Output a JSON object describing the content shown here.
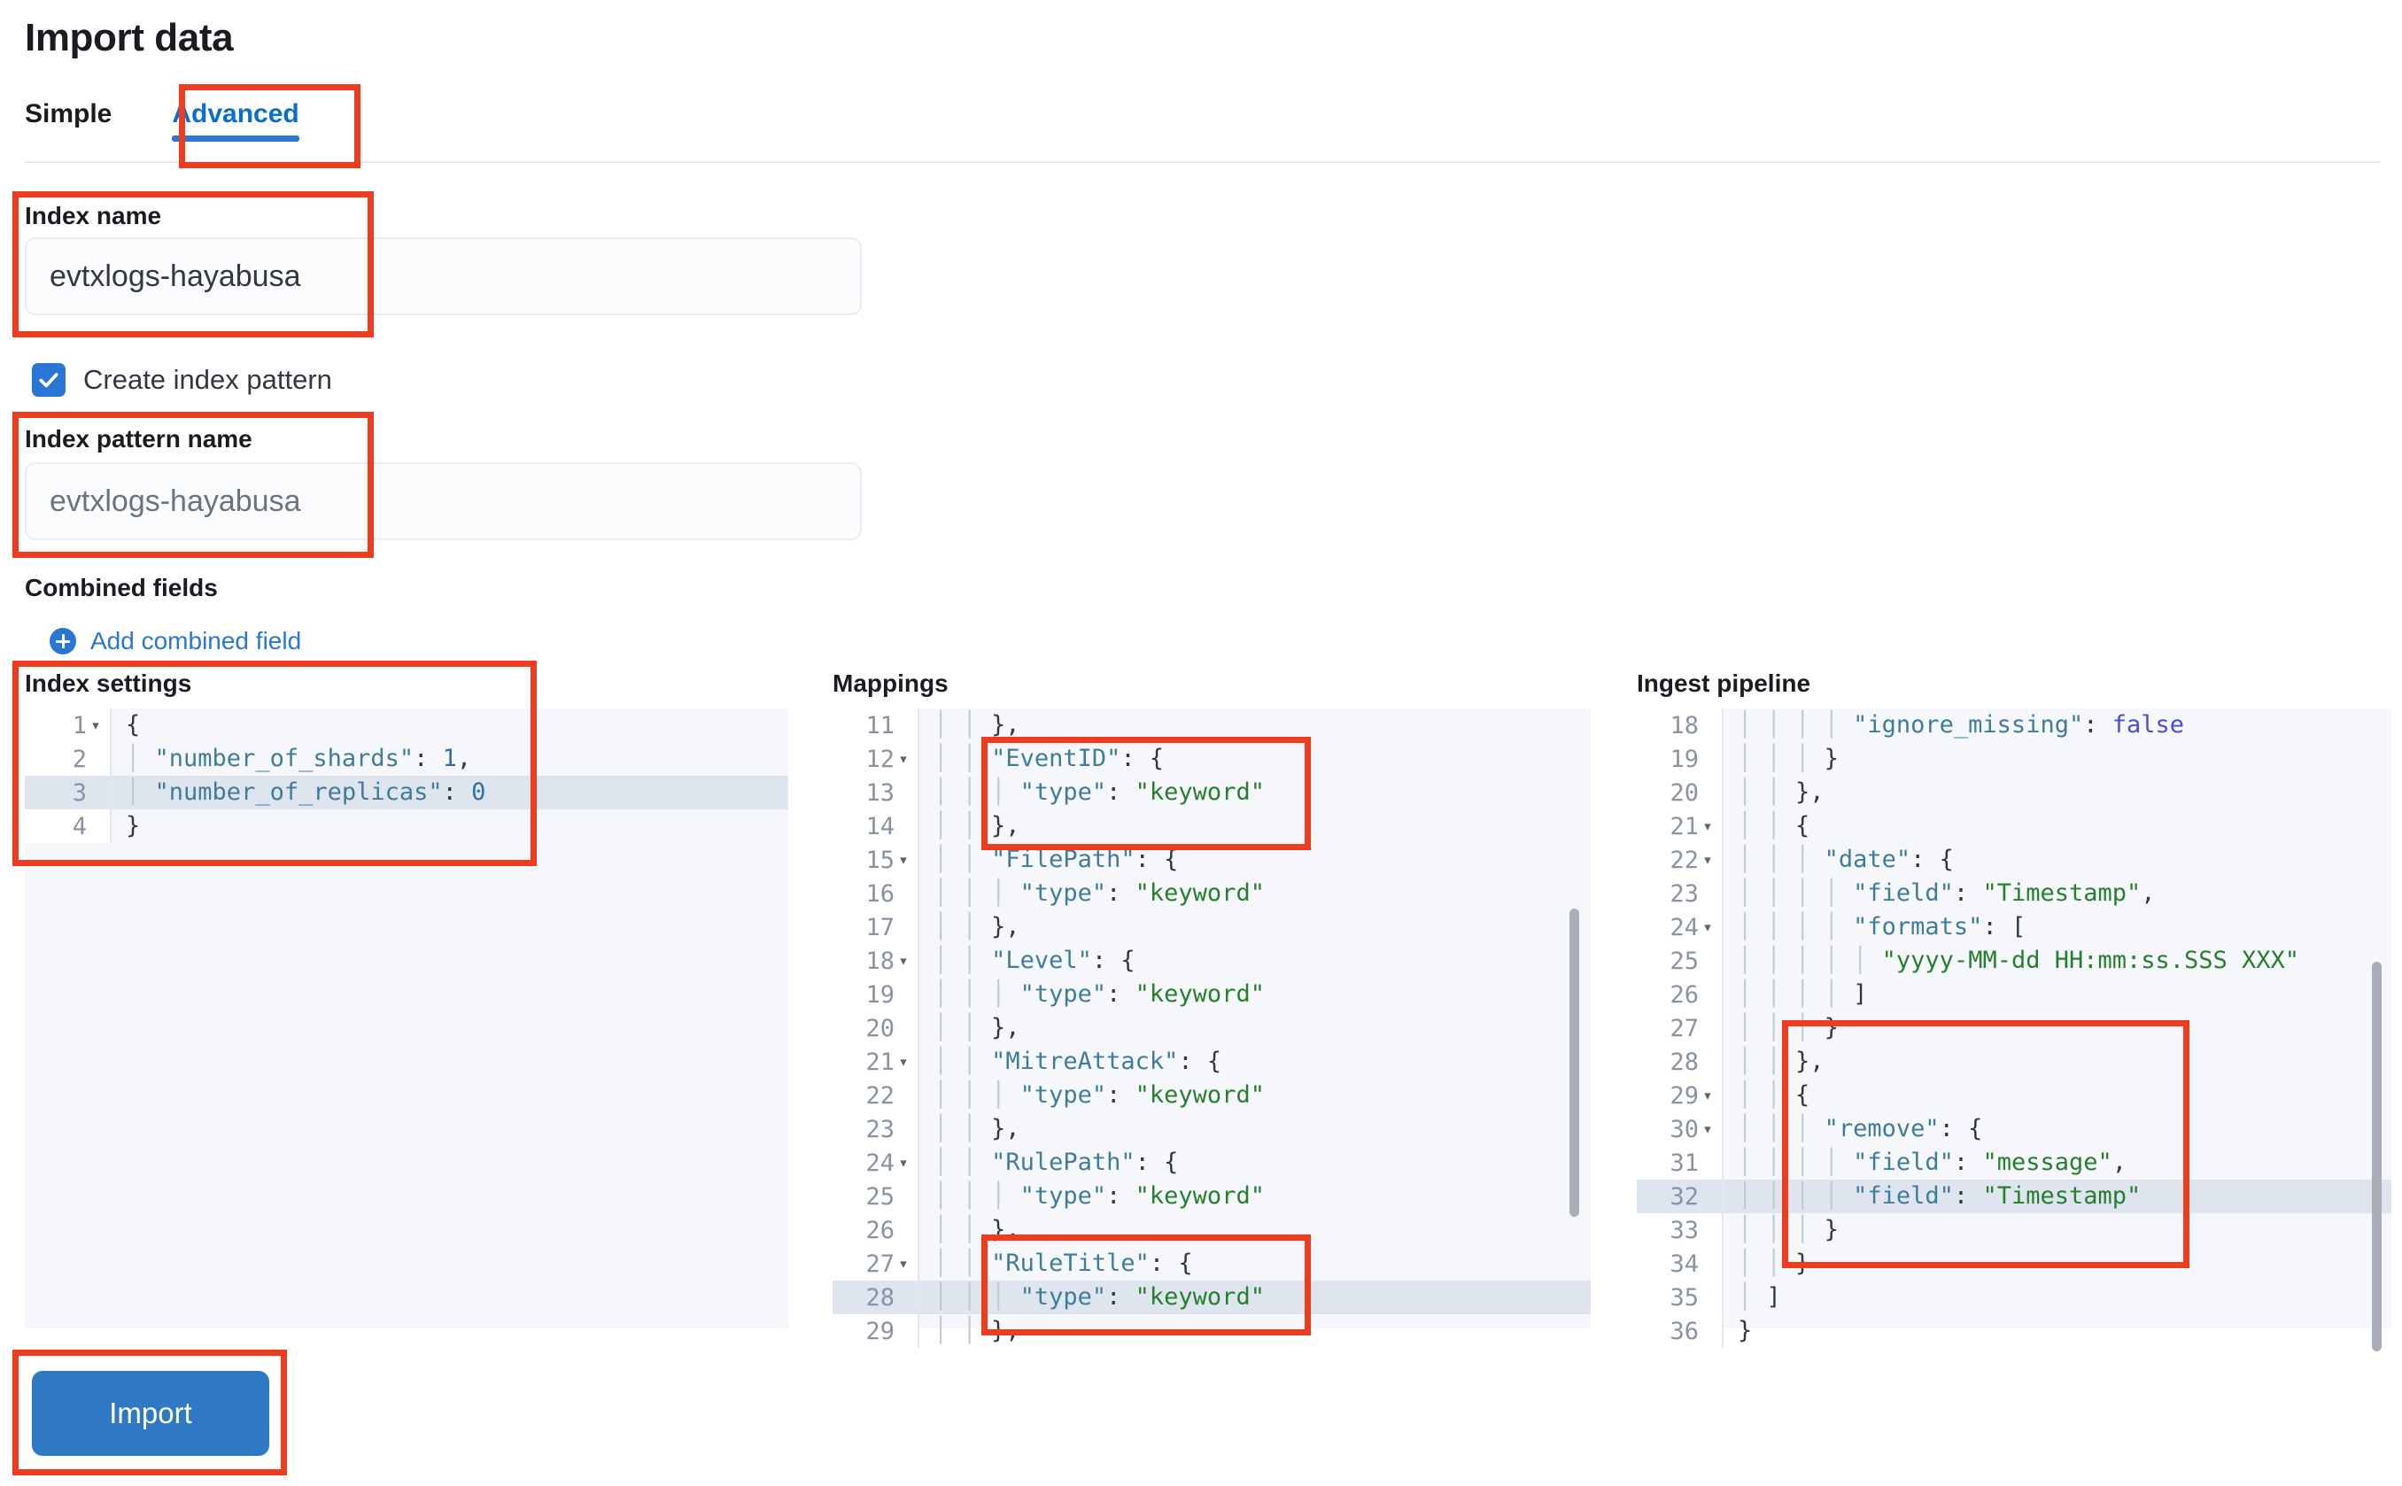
{
  "page": {
    "title": "Import data"
  },
  "tabs": [
    {
      "label": "Simple",
      "active": false
    },
    {
      "label": "Advanced",
      "active": true
    }
  ],
  "form": {
    "index_name_label": "Index name",
    "index_name_value": "evtxlogs-hayabusa",
    "create_index_pattern_label": "Create index pattern",
    "create_index_pattern_checked": true,
    "index_pattern_name_label": "Index pattern name",
    "index_pattern_name_placeholder": "evtxlogs-hayabusa",
    "combined_fields_label": "Combined fields",
    "add_combined_field_label": "Add combined field"
  },
  "editors": {
    "index_settings": {
      "title": "Index settings",
      "lines": [
        {
          "n": "1",
          "fold": true,
          "hl": false,
          "text": "{"
        },
        {
          "n": "2",
          "fold": false,
          "hl": false,
          "text": "  \"number_of_shards\": 1,"
        },
        {
          "n": "3",
          "fold": false,
          "hl": true,
          "text": "  \"number_of_replicas\": 0"
        },
        {
          "n": "4",
          "fold": false,
          "hl": false,
          "text": "}"
        }
      ]
    },
    "mappings": {
      "title": "Mappings",
      "lines": [
        {
          "n": "11",
          "fold": false,
          "hl": false,
          "text": "    },"
        },
        {
          "n": "12",
          "fold": true,
          "hl": false,
          "text": "    \"EventID\": {"
        },
        {
          "n": "13",
          "fold": false,
          "hl": false,
          "text": "      \"type\": \"keyword\""
        },
        {
          "n": "14",
          "fold": false,
          "hl": false,
          "text": "    },"
        },
        {
          "n": "15",
          "fold": true,
          "hl": false,
          "text": "    \"FilePath\": {"
        },
        {
          "n": "16",
          "fold": false,
          "hl": false,
          "text": "      \"type\": \"keyword\""
        },
        {
          "n": "17",
          "fold": false,
          "hl": false,
          "text": "    },"
        },
        {
          "n": "18",
          "fold": true,
          "hl": false,
          "text": "    \"Level\": {"
        },
        {
          "n": "19",
          "fold": false,
          "hl": false,
          "text": "      \"type\": \"keyword\""
        },
        {
          "n": "20",
          "fold": false,
          "hl": false,
          "text": "    },"
        },
        {
          "n": "21",
          "fold": true,
          "hl": false,
          "text": "    \"MitreAttack\": {"
        },
        {
          "n": "22",
          "fold": false,
          "hl": false,
          "text": "      \"type\": \"keyword\""
        },
        {
          "n": "23",
          "fold": false,
          "hl": false,
          "text": "    },"
        },
        {
          "n": "24",
          "fold": true,
          "hl": false,
          "text": "    \"RulePath\": {"
        },
        {
          "n": "25",
          "fold": false,
          "hl": false,
          "text": "      \"type\": \"keyword\""
        },
        {
          "n": "26",
          "fold": false,
          "hl": false,
          "text": "    },"
        },
        {
          "n": "27",
          "fold": true,
          "hl": false,
          "text": "    \"RuleTitle\": {"
        },
        {
          "n": "28",
          "fold": false,
          "hl": true,
          "text": "      \"type\": \"keyword\""
        },
        {
          "n": "29",
          "fold": false,
          "hl": false,
          "text": "    },"
        }
      ]
    },
    "ingest_pipeline": {
      "title": "Ingest pipeline",
      "lines": [
        {
          "n": "18",
          "fold": false,
          "hl": false,
          "text": "        \"ignore_missing\": false"
        },
        {
          "n": "19",
          "fold": false,
          "hl": false,
          "text": "      }"
        },
        {
          "n": "20",
          "fold": false,
          "hl": false,
          "text": "    },"
        },
        {
          "n": "21",
          "fold": true,
          "hl": false,
          "text": "    {"
        },
        {
          "n": "22",
          "fold": true,
          "hl": false,
          "text": "      \"date\": {"
        },
        {
          "n": "23",
          "fold": false,
          "hl": false,
          "text": "        \"field\": \"Timestamp\","
        },
        {
          "n": "24",
          "fold": true,
          "hl": false,
          "text": "        \"formats\": ["
        },
        {
          "n": "25",
          "fold": false,
          "hl": false,
          "text": "          \"yyyy-MM-dd HH:mm:ss.SSS XXX\""
        },
        {
          "n": "26",
          "fold": false,
          "hl": false,
          "text": "        ]"
        },
        {
          "n": "27",
          "fold": false,
          "hl": false,
          "text": "      }"
        },
        {
          "n": "28",
          "fold": false,
          "hl": false,
          "text": "    },"
        },
        {
          "n": "29",
          "fold": true,
          "hl": false,
          "text": "    {"
        },
        {
          "n": "30",
          "fold": true,
          "hl": false,
          "text": "      \"remove\": {"
        },
        {
          "n": "31",
          "fold": false,
          "hl": false,
          "text": "        \"field\": \"message\","
        },
        {
          "n": "32",
          "fold": false,
          "hl": true,
          "text": "        \"field\": \"Timestamp\""
        },
        {
          "n": "33",
          "fold": false,
          "hl": false,
          "text": "      }"
        },
        {
          "n": "34",
          "fold": false,
          "hl": false,
          "text": "    }"
        },
        {
          "n": "35",
          "fold": false,
          "hl": false,
          "text": "  ]"
        },
        {
          "n": "36",
          "fold": false,
          "hl": false,
          "text": "}"
        }
      ]
    }
  },
  "actions": {
    "import_label": "Import"
  },
  "colors": {
    "accent": "#2a76d2",
    "annotation": "#f03c1e",
    "primary_button": "#2f78c4",
    "string_token": "#267f2e",
    "key_token": "#3f7c9c"
  }
}
